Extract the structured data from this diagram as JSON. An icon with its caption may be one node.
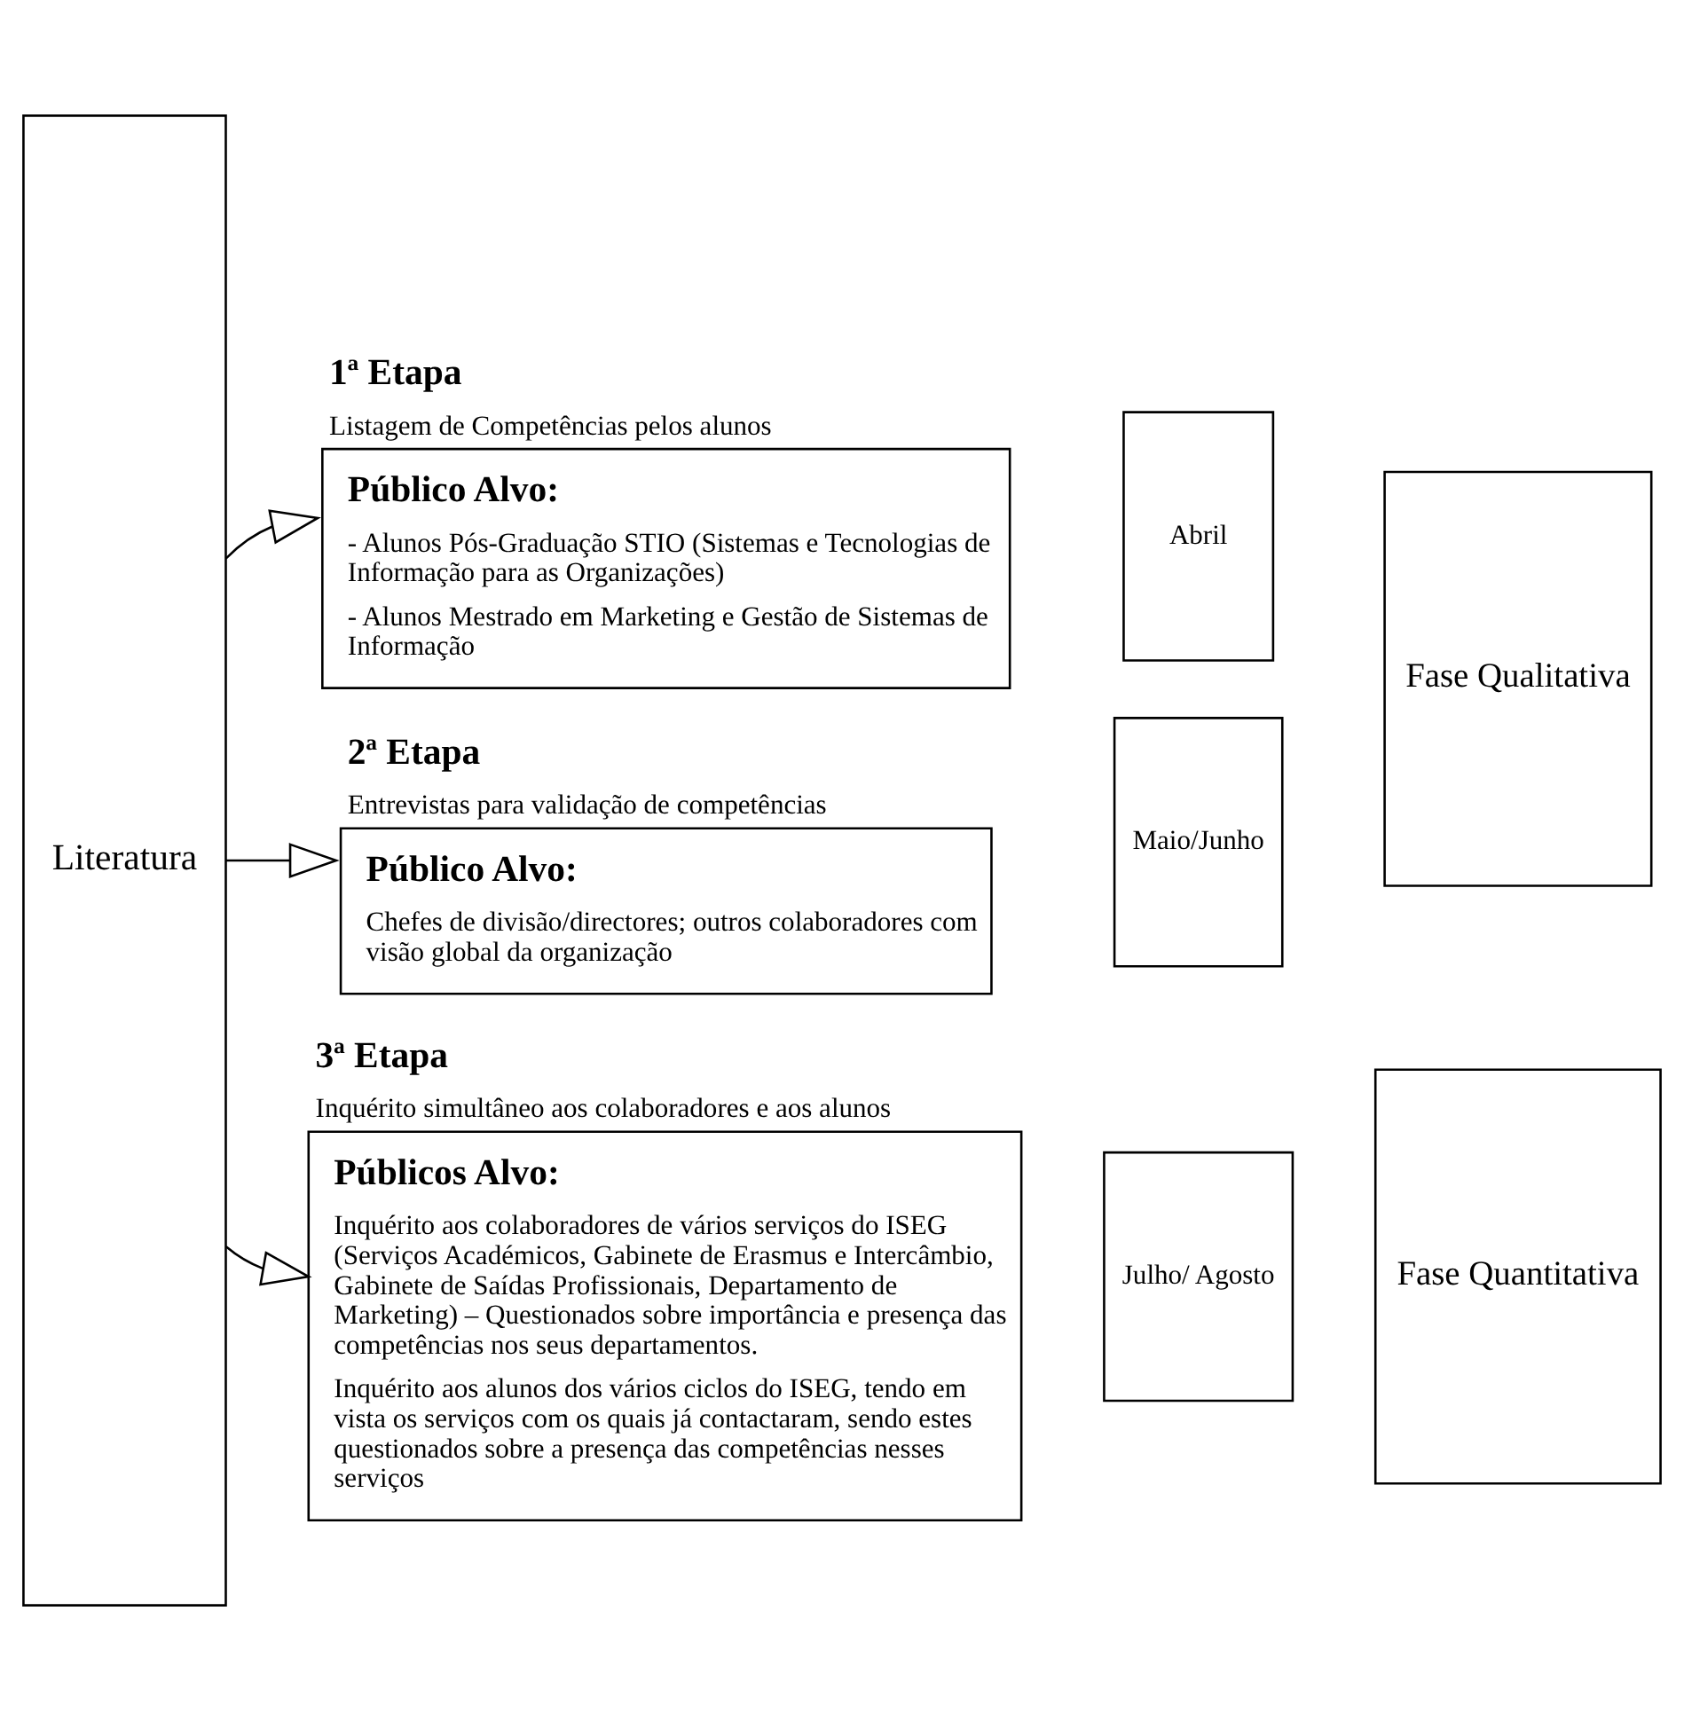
{
  "diagram": {
    "nodes": [
      {
        "text": [
          "Literatura"
        ]
      },
      {
        "text": [
          "1ª Etapa",
          "Listagem de Competências pelos alunos",
          "Público Alvo:",
          "- Alunos Pós-Graduação STIO (Sistemas e Tecnologias de Informação para as Organizações)",
          "- Alunos Mestrado em Marketing e Gestão de Sistemas de Informação"
        ]
      },
      {
        "text": [
          "Abril"
        ]
      },
      {
        "text": [
          "Fase Qualitativa"
        ]
      },
      {
        "text": [
          "2ª Etapa",
          "Entrevistas para validação de competências",
          "Público Alvo:",
          "Chefes de divisão/directores; outros colaboradores com visão global da organização"
        ]
      },
      {
        "text": [
          "Maio/Junho"
        ]
      },
      {
        "text": [
          "3ª Etapa",
          "Inquérito simultâneo aos colaboradores e aos alunos",
          "Públicos Alvo:",
          "Inquérito aos colaboradores de vários serviços do ISEG (Serviços Académicos, Gabinete de Erasmus e Intercâmbio, Gabinete de Saídas Profissionais, Departamento de Marketing) – Questionados sobre importância e presença das competências nos seus departamentos.",
          "Inquérito aos alunos dos vários ciclos do ISEG, tendo em vista os serviços com os quais já contactaram, sendo estes questionados sobre a presença das competências nesses serviços"
        ]
      },
      {
        "text": [
          "Julho/ Agosto"
        ]
      },
      {
        "text": [
          "Fase Quantitativa"
        ]
      }
    ],
    "edges": [
      {
        "from": 0,
        "to": 1,
        "arrow": "to"
      },
      {
        "from": 0,
        "to": 4,
        "arrow": "to"
      },
      {
        "from": 0,
        "to": 6,
        "arrow": "to"
      }
    ]
  }
}
